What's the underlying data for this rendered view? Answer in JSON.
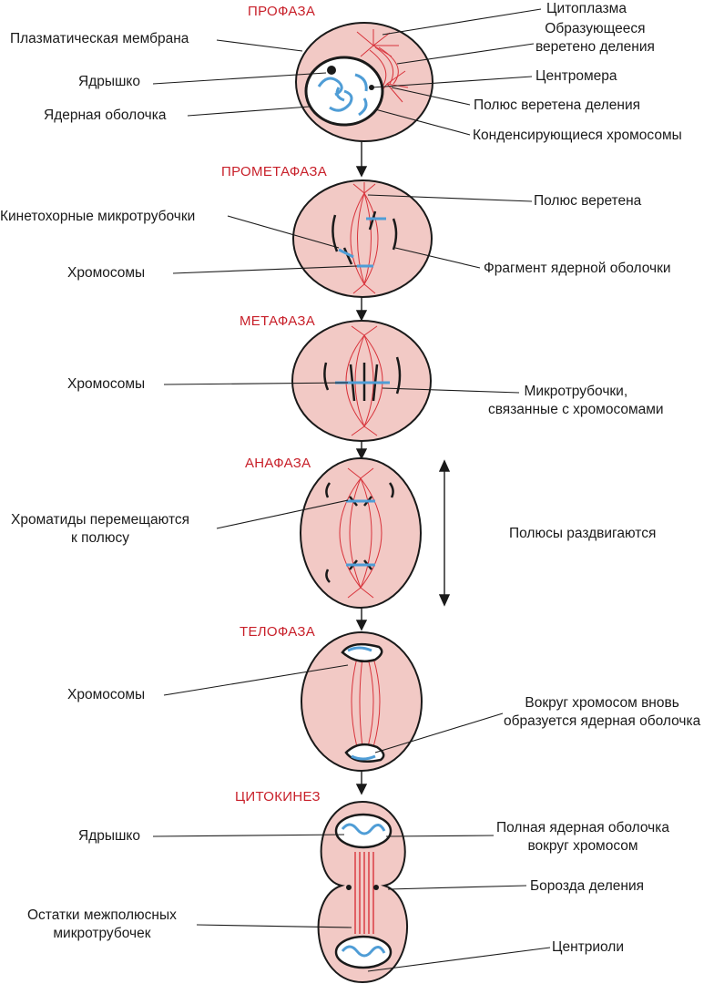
{
  "colors": {
    "cell_fill": "#f2c9c5",
    "outline": "#1a1a1a",
    "spindle": "#d8333b",
    "chromosome": "#4f9dd6",
    "stage_text": "#c8202a"
  },
  "stages": {
    "prophase": "ПРОФАЗА",
    "prometaphase": "ПРОМЕТАФАЗА",
    "metaphase": "МЕТАФАЗА",
    "anaphase": "АНАФАЗА",
    "telophase": "ТЕЛОФАЗА",
    "cytokinesis": "ЦИТОКИНЕЗ"
  },
  "labels": {
    "prophase": {
      "plasma_membrane": "Плазматическая мембрана",
      "nucleolus": "Ядрышко",
      "nuclear_envelope": "Ядерная оболочка",
      "cytoplasm": "Цитоплазма",
      "forming_spindle_1": "Образующееся",
      "forming_spindle_2": "веретено деления",
      "centromere": "Центромера",
      "spindle_pole": "Полюс веретена деления",
      "condensing_chromosomes": "Конденсирующиеся хромосомы"
    },
    "prometaphase": {
      "kinetochore_microtubules": "Кинетохорные микротрубочки",
      "chromosomes": "Хромосомы",
      "spindle_pole": "Полюс веретена",
      "envelope_fragment": "Фрагмент ядерной оболочки"
    },
    "metaphase": {
      "chromosomes": "Хромосомы",
      "microtubules_1": "Микротрубочки,",
      "microtubules_2": "связанные с хромосомами"
    },
    "anaphase": {
      "chromatids_1": "Хроматиды перемещаются",
      "chromatids_2": "к полюсу",
      "poles_separate": "Полюсы раздвигаются"
    },
    "telophase": {
      "chromosomes": "Хромосомы",
      "reform_1": "Вокруг хромосом вновь",
      "reform_2": "образуется ядерная оболочка"
    },
    "cytokinesis": {
      "nucleolus": "Ядрышко",
      "full_envelope_1": "Полная ядерная оболочка",
      "full_envelope_2": "вокруг хромосом",
      "cleavage_furrow": "Борозда деления",
      "remnants_1": "Остатки межполюсных",
      "remnants_2": "микротрубочек",
      "centrioles": "Центриоли"
    }
  }
}
